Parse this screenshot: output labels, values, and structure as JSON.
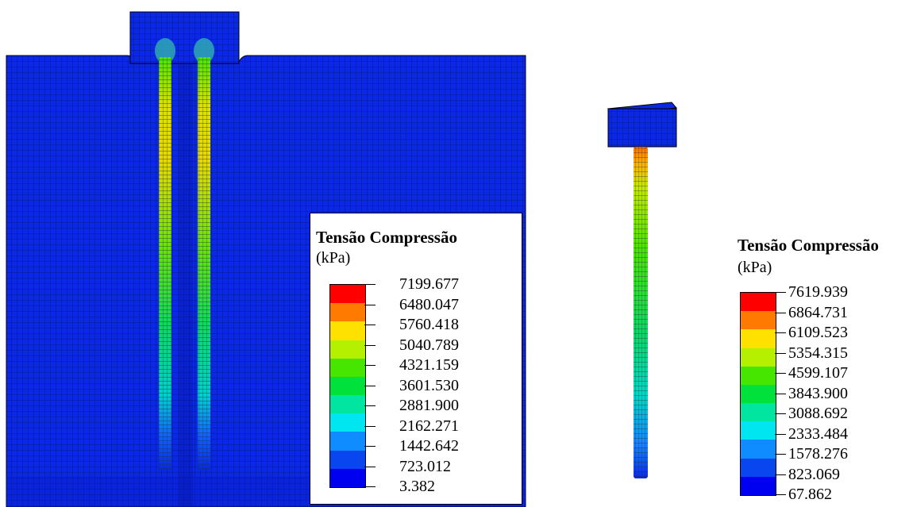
{
  "palette": [
    "#ff0000",
    "#ff7a00",
    "#ffe100",
    "#b4f000",
    "#46e600",
    "#00e13c",
    "#00e6a0",
    "#00e6f0",
    "#0f8cff",
    "#0a46f0",
    "#0000f0"
  ],
  "left_legend": {
    "title": "Tensão Compressão",
    "unit": "(kPa)",
    "values": [
      "7199.677",
      "6480.047",
      "5760.418",
      "5040.789",
      "4321.159",
      "3601.530",
      "2881.900",
      "2162.271",
      "1442.642",
      "723.012",
      "3.382"
    ]
  },
  "right_legend": {
    "title": "Tensão Compressão",
    "unit": "(kPa)",
    "values": [
      "7619.939",
      "6864.731",
      "6109.523",
      "5354.315",
      "4599.107",
      "3843.900",
      "3088.692",
      "2333.484",
      "1578.276",
      "823.069",
      "67.862"
    ]
  }
}
